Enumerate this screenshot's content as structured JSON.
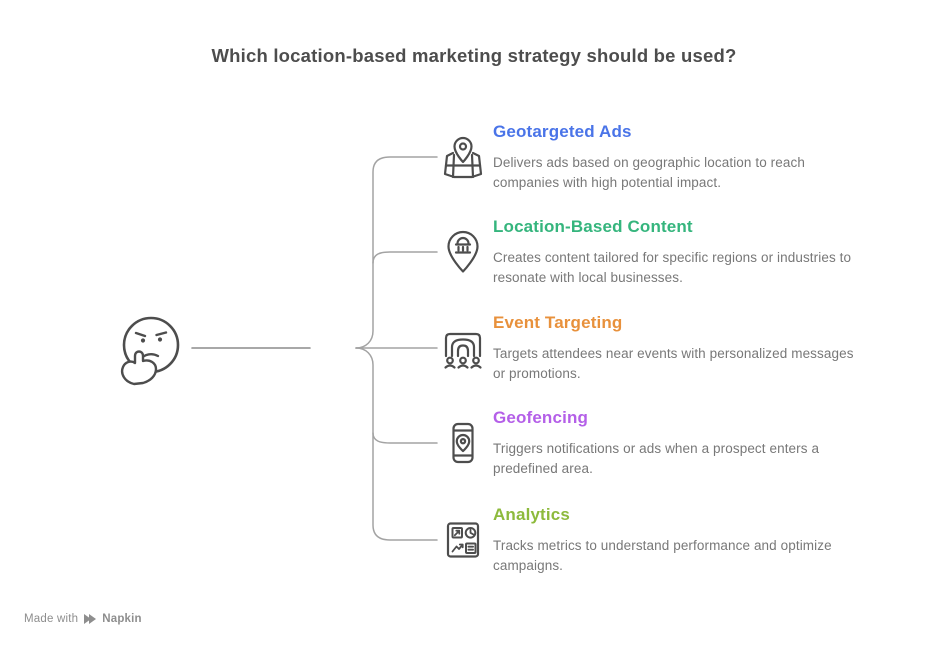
{
  "title": "Which location-based marketing strategy should be used?",
  "center": {
    "icon": "thinking-face"
  },
  "items": [
    {
      "label": "Geotargeted Ads",
      "color": "#4a74e8",
      "icon": "map-location-icon",
      "description": "Delivers ads based on geographic location to reach\ncompanies with high potential impact."
    },
    {
      "label": "Location-Based Content",
      "color": "#35b57d",
      "icon": "location-pin-building-icon",
      "description": "Creates content tailored for specific regions or industries to\nresonate with local businesses."
    },
    {
      "label": "Event Targeting",
      "color": "#e8913c",
      "icon": "event-crowd-icon",
      "description": "Targets attendees near events with personalized messages\nor promotions."
    },
    {
      "label": "Geofencing",
      "color": "#b45fe8",
      "icon": "phone-pin-icon",
      "description": "Triggers notifications or ads when a prospect enters a\npredefined area."
    },
    {
      "label": "Analytics",
      "color": "#8dba3c",
      "icon": "analytics-dashboard-icon",
      "description": "Tracks metrics to understand performance and optimize\ncampaigns."
    }
  ],
  "footer": {
    "made_with": "Made with",
    "brand": "Napkin"
  },
  "colors": {
    "title_text": "#4d4d4d",
    "description_text": "#787878",
    "icon_stroke": "#4d4d4d",
    "connector": "#a3a3a3",
    "center_line": "#8c8c8c"
  }
}
